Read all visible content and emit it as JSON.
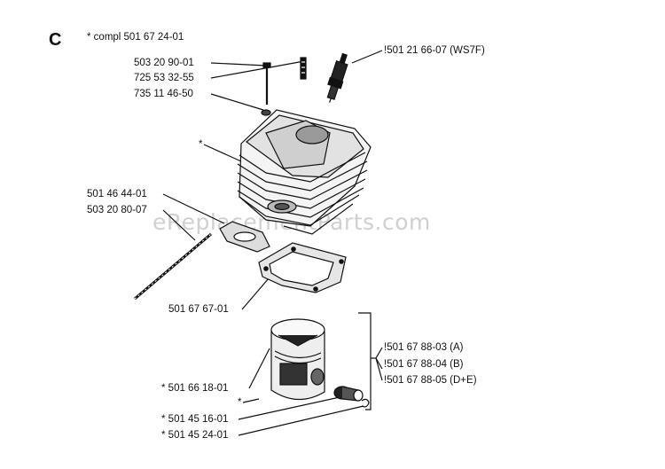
{
  "section_letter": "C",
  "header_label": "*  compl 501 67 24-01",
  "watermark": "eReplacementParts.com",
  "parts": [
    {
      "id": "bolt",
      "text": "503 20 90-01"
    },
    {
      "id": "stud",
      "text": "725 53 32-55"
    },
    {
      "id": "washer",
      "text": "735 11 46-50"
    },
    {
      "id": "spark_plug",
      "text": "!501 21 66-07  (WS7F)"
    },
    {
      "id": "cylinder",
      "text": "*"
    },
    {
      "id": "gasket_small",
      "text": "501 46 44-01"
    },
    {
      "id": "rod",
      "text": "503 20 80-07"
    },
    {
      "id": "base_gasket",
      "text": "501 67 67-01"
    },
    {
      "id": "kit_a",
      "text": "!501 67 88-03 (A)"
    },
    {
      "id": "kit_b",
      "text": "!501 67 88-04 (B)"
    },
    {
      "id": "kit_de",
      "text": "!501 67 88-05 (D+E)"
    },
    {
      "id": "piston",
      "text": "*  501 66 18-01"
    },
    {
      "id": "ring",
      "text": "*"
    },
    {
      "id": "pin",
      "text": "*  501 45 16-01"
    },
    {
      "id": "circlip",
      "text": "*  501 45 24-01"
    }
  ]
}
